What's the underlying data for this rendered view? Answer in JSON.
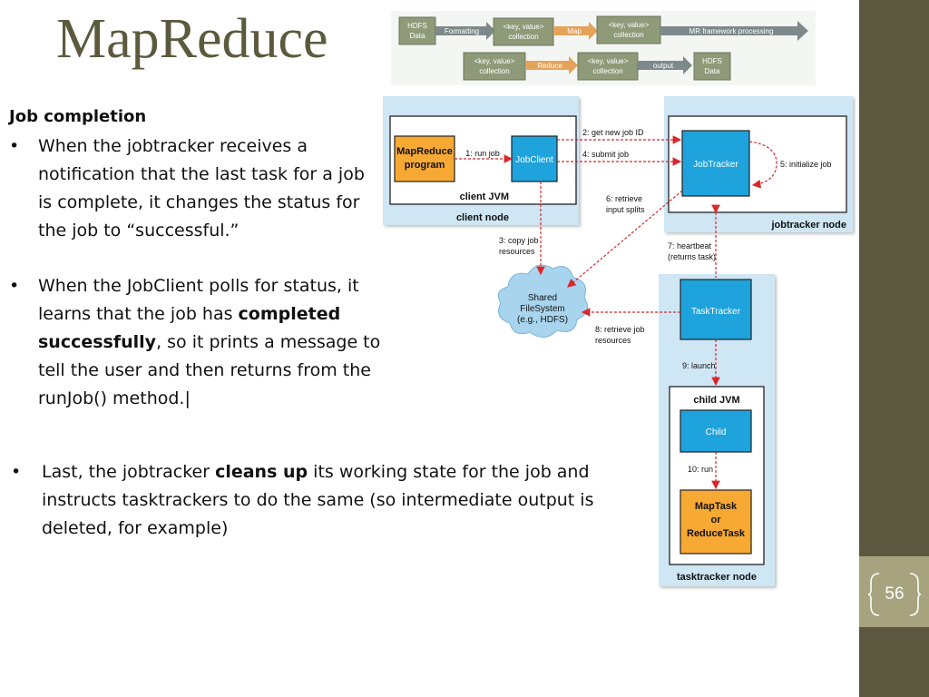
{
  "slide": {
    "title": "MapReduce",
    "number": "56"
  },
  "content": {
    "heading": "Job completion",
    "bullet1": {
      "text": "When the jobtracker receives a notification that the last task for a job is complete, it changes the status for the job to “successful.”"
    },
    "bullet2": {
      "text_before": "When the JobClient polls for status, it learns that the job has ",
      "bold": "completed successfully",
      "text_after": ", so it prints a message to tell the user and then returns from the runJob() method.|"
    },
    "bullet3": {
      "text_before": "Last, the jobtracker ",
      "bold": "cleans up",
      "text_after": " its working state for the job and instructs tasktrackers to do the same (so intermediate output is deleted, for example)"
    },
    "bullet_symbol": "•"
  },
  "flow": {
    "hdfs_data_1": "HDFS",
    "hdfs_data_1b": "Data",
    "formatting": "Formatting",
    "kv1a": "<key, value>",
    "kv1b": "collection",
    "map": "Map",
    "kv2a": "<key, value>",
    "kv2b": "collection",
    "mr_processing": "MR framework processing",
    "kv3a": "<key, value>",
    "kv3b": "collection",
    "reduce": "Reduce",
    "kv4a": "<key, value>",
    "kv4b": "collection",
    "output": "output",
    "hdfs_data_2": "HDFS",
    "hdfs_data_2b": "Data"
  },
  "diagram": {
    "mapreduce_program_1": "MapReduce",
    "mapreduce_program_2": "program",
    "jobclient": "JobClient",
    "client_jvm": "client JVM",
    "client_node": "client node",
    "jobtracker": "JobTracker",
    "jobtracker_node": "jobtracker node",
    "tasktracker": "TaskTracker",
    "child_jvm": "child JVM",
    "child": "Child",
    "maptask_1": "MapTask",
    "maptask_2": "or",
    "maptask_3": "ReduceTask",
    "tasktracker_node": "tasktracker node",
    "shared_fs_1": "Shared",
    "shared_fs_2": "FileSystem",
    "shared_fs_3": "(e.g., HDFS)",
    "step1": "1: run job",
    "step2": "2: get new job ID",
    "step3a": "3: copy job",
    "step3b": "resources",
    "step4": "4: submit job",
    "step5": "5: initialize job",
    "step6a": "6: retrieve",
    "step6b": "input splits",
    "step7a": "7: heartbeat",
    "step7b": "(returns task)",
    "step8a": "8: retrieve job",
    "step8b": "resources",
    "step9": "9: launch",
    "step10": "10: run"
  },
  "colors": {
    "accent_dark": "#5c5940",
    "accent_light": "#a6a37e",
    "title": "#5c5a3d",
    "node_bg": "#cfe6f4",
    "box_blue": "#1fa3dc",
    "box_orange": "#f7a934",
    "arrow_red": "#d9262b"
  }
}
